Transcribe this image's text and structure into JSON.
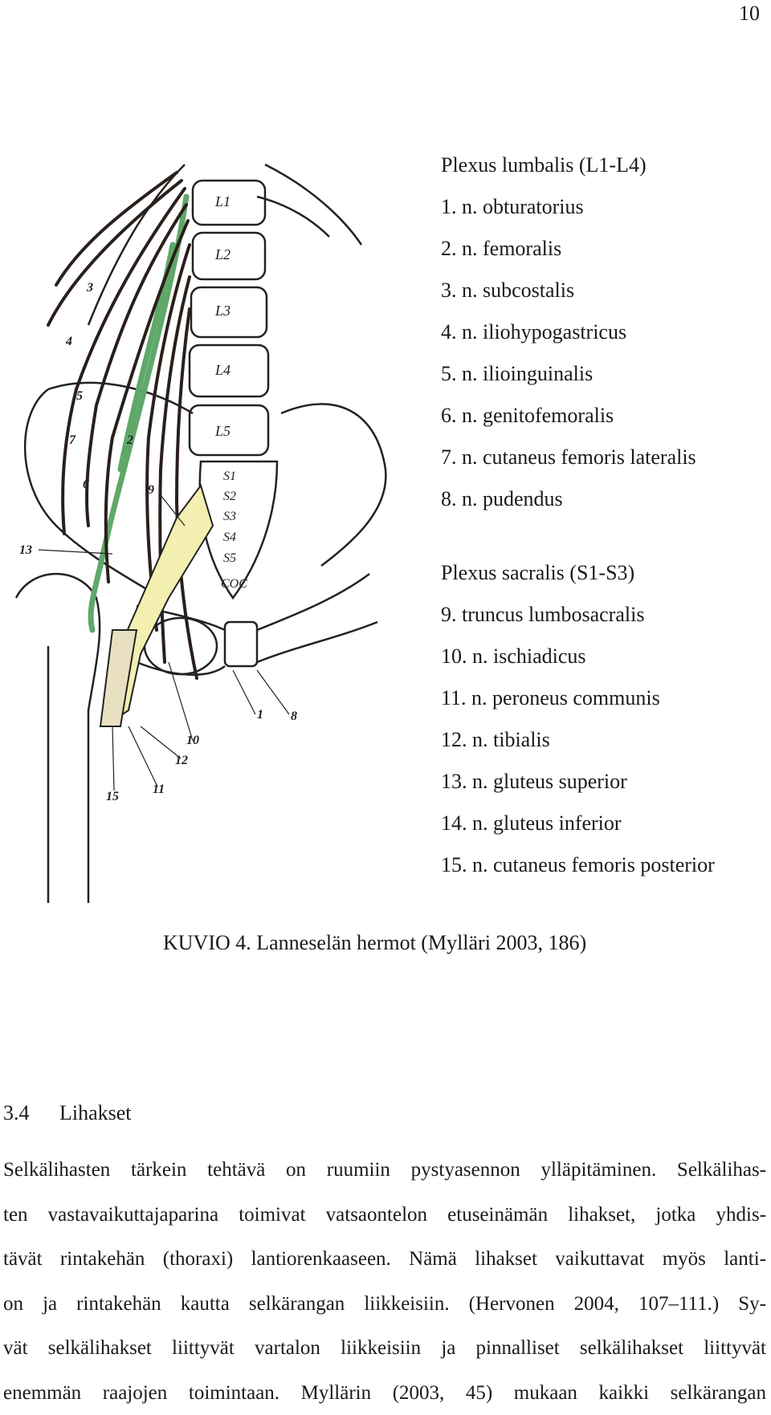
{
  "page_number": "10",
  "figure": {
    "vertebra_labels": [
      "L1",
      "L2",
      "L3",
      "L4",
      "L5",
      "S1",
      "S2",
      "S3",
      "S4",
      "S5",
      "COC"
    ],
    "nerve_numbers": [
      "1",
      "2",
      "3",
      "4",
      "5",
      "6",
      "7",
      "8",
      "9",
      "10",
      "11",
      "12",
      "13",
      "15"
    ],
    "colors": {
      "nerve_highlight": "#5fa86a",
      "nerve_line": "#2a1f1a",
      "bone_outline": "#222222",
      "highlight_yellow": "#f3efb0"
    }
  },
  "legend": {
    "lumbar": {
      "title": "Plexus lumbalis (L1-L4)",
      "items": [
        "1.  n. obturatorius",
        "2.  n. femoralis",
        "3.  n. subcostalis",
        "4.  n. iliohypogastricus",
        "5.  n. ilioinguinalis",
        "6.  n. genitofemoralis",
        "7.  n. cutaneus femoris lateralis",
        "8.  n. pudendus"
      ]
    },
    "sacral": {
      "title": "Plexus sacralis (S1-S3)",
      "items": [
        "9.  truncus lumbosacralis",
        "10. n. ischiadicus",
        "11. n. peroneus communis",
        "12. n. tibialis",
        "13. n. gluteus superior",
        "14. n. gluteus inferior",
        "15.  n. cutaneus femoris posterior"
      ]
    }
  },
  "caption": "KUVIO 4. Lanneselän hermot (Mylläri 2003, 186)",
  "section": {
    "number": "3.4",
    "title": "Lihakset"
  },
  "paragraph_lines": [
    "Selkälihasten tärkein tehtävä on ruumiin pystyasennon ylläpitäminen. Selkälihas-",
    "ten vastavaikuttajaparina toimivat vatsaontelon etuseinämän lihakset, jotka yhdis-",
    "tävät rintakehän (thoraxi) lantiorenkaaseen. Nämä lihakset vaikuttavat myös lanti-",
    "on ja rintakehän kautta selkärangan liikkeisiin. (Hervonen 2004, 107–111.) Sy-",
    "vät selkälihakset liittyvät vartalon liikkeisiin ja pinnalliset selkälihakset liittyvät",
    "enemmän raajojen toimintaan. Myllärin (2003, 45) mukaan kaikki selkärangan"
  ]
}
